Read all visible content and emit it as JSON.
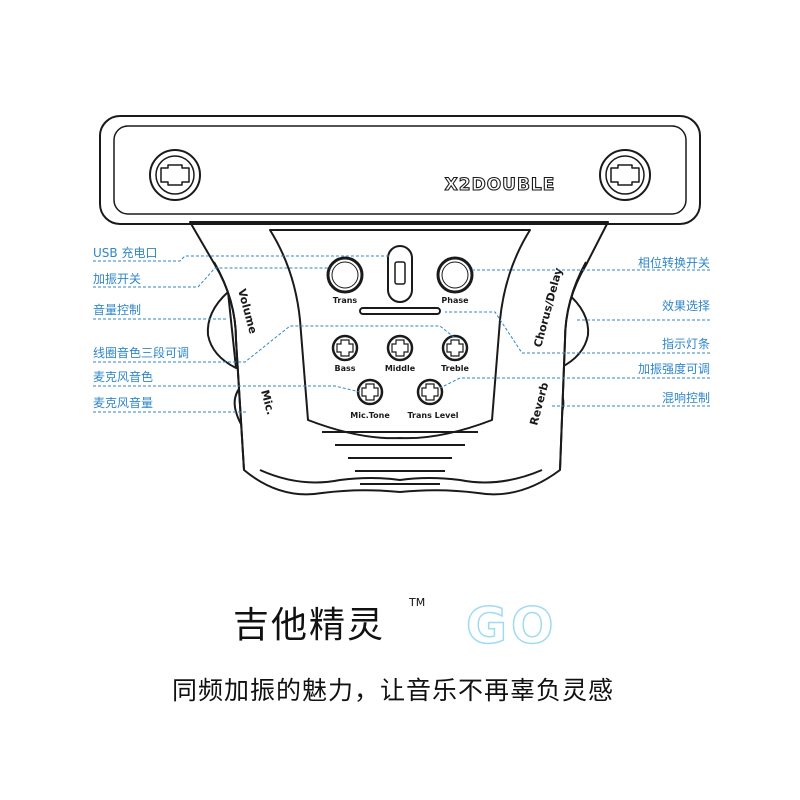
{
  "device": {
    "brand_logo": "X2DOUBLE",
    "knobs": [
      {
        "id": "trans",
        "label": "Trans"
      },
      {
        "id": "phase",
        "label": "Phase"
      },
      {
        "id": "bass",
        "label": "Bass"
      },
      {
        "id": "middle",
        "label": "Middle"
      },
      {
        "id": "treble",
        "label": "Treble"
      },
      {
        "id": "mic_tone",
        "label": "Mic.Tone"
      },
      {
        "id": "trans_level",
        "label": "Trans Level"
      }
    ],
    "side_wheels": {
      "volume": "Volume",
      "mic": "Mic.",
      "chorus_delay": "Chorus/Delay",
      "reverb": "Reverb"
    }
  },
  "callouts": {
    "left": [
      "USB 充电口",
      "加振开关",
      "音量控制",
      "线圈音色三段可调",
      "麦克风音色",
      "麦克风音量"
    ],
    "right": [
      "相位转换开关",
      "效果选择",
      "指示灯条",
      "加振强度可调",
      "混响控制"
    ]
  },
  "footer": {
    "product_name": "吉他精灵",
    "trademark": "TM",
    "model": "GO",
    "slogan": "同频加振的魅力，让音乐不再辜负灵感"
  },
  "colors": {
    "callout": "#2f86c8",
    "line_art": "#1a1a1a",
    "model_text": "#9fdcf0"
  }
}
